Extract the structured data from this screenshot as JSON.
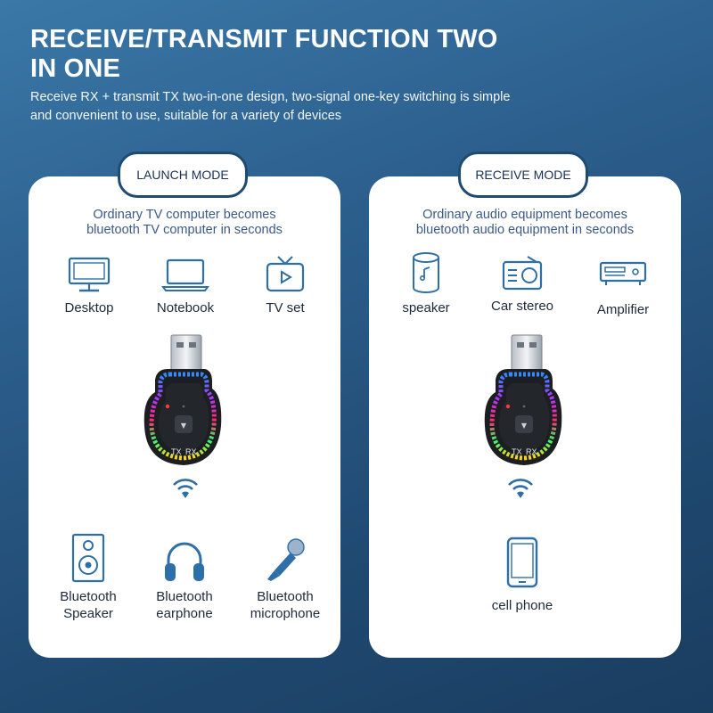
{
  "header": {
    "title": "RECEIVE/TRANSMIT FUNCTION TWO IN ONE",
    "subtitle": "Receive RX + transmit TX two-in-one design, two-signal one-key switching is simple and convenient to use, suitable for a variety of devices"
  },
  "launch_mode": {
    "title": "LAUNCH MODE",
    "description_line1": "Ordinary TV computer becomes",
    "description_line2": "bluetooth TV computer in seconds",
    "sources": [
      {
        "label": "Desktop",
        "icon": "desktop-icon"
      },
      {
        "label": "Notebook",
        "icon": "laptop-icon"
      },
      {
        "label": "TV set",
        "icon": "tv-icon"
      }
    ],
    "dongle": {
      "tx_label": "TX",
      "rx_label": "RX"
    },
    "targets": [
      {
        "label_line1": "Bluetooth",
        "label_line2": "Speaker",
        "icon": "speaker-box-icon"
      },
      {
        "label_line1": "Bluetooth",
        "label_line2": "earphone",
        "icon": "headphones-icon"
      },
      {
        "label_line1": "Bluetooth",
        "label_line2": "microphone",
        "icon": "microphone-icon"
      }
    ]
  },
  "receive_mode": {
    "title": "RECEIVE MODE",
    "description_line1": "Ordinary audio equipment becomes",
    "description_line2": "bluetooth audio equipment in seconds",
    "sources": [
      {
        "label": "speaker",
        "icon": "smart-speaker-icon"
      },
      {
        "label": "Car stereo",
        "icon": "radio-icon"
      },
      {
        "label": "Amplifier",
        "icon": "amplifier-icon"
      }
    ],
    "dongle": {
      "tx_label": "TX",
      "rx_label": "RX"
    },
    "targets": [
      {
        "label": "cell phone",
        "icon": "cell-phone-icon"
      }
    ]
  },
  "colors": {
    "background": "#2c5e8c",
    "panel": "#ffffff",
    "pill_border": "#1f4a72",
    "description_text": "#3a5a85",
    "icon_stroke": "#2f6fa7",
    "label_text": "#1e2a3a"
  }
}
